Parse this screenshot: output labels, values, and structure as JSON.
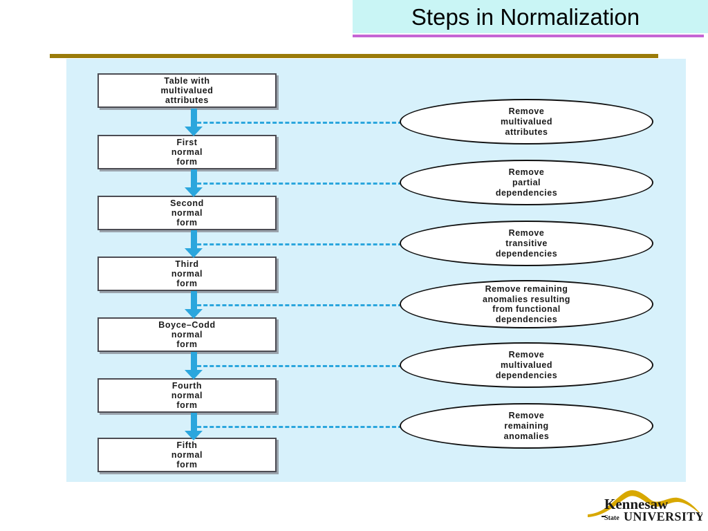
{
  "slide": {
    "title": "Steps in Normalization",
    "colors": {
      "title_banner": "#c9f5f5",
      "title_underline": "#c565d4",
      "gold_rule": "#9a7b0a",
      "panel_background": "#d7f1fb",
      "arrow": "#2ba6dd",
      "box_border": "#4b4b52",
      "ellipse_border": "#111111",
      "text": "#1a1a1a"
    }
  },
  "diagram": {
    "type": "flowchart",
    "description": "Vertical sequence of normal-form stages with dashed links to the action required at each step.",
    "stages": [
      {
        "lines": [
          "Table with",
          "multivalued",
          "attributes"
        ]
      },
      {
        "lines": [
          "First",
          "normal",
          "form"
        ]
      },
      {
        "lines": [
          "Second",
          "normal",
          "form"
        ]
      },
      {
        "lines": [
          "Third",
          "normal",
          "form"
        ]
      },
      {
        "lines": [
          "Boyce–Codd",
          "normal",
          "form"
        ]
      },
      {
        "lines": [
          "Fourth",
          "normal",
          "form"
        ]
      },
      {
        "lines": [
          "Fifth",
          "normal",
          "form"
        ]
      }
    ],
    "actions": [
      {
        "lines": [
          "Remove",
          "multivalued",
          "attributes"
        ]
      },
      {
        "lines": [
          "Remove",
          "partial",
          "dependencies"
        ]
      },
      {
        "lines": [
          "Remove",
          "transitive",
          "dependencies"
        ]
      },
      {
        "lines": [
          "Remove remaining",
          "anomalies resulting",
          "from functional",
          "dependencies"
        ]
      },
      {
        "lines": [
          "Remove",
          "multivalued",
          "dependencies"
        ]
      },
      {
        "lines": [
          "Remove",
          "remaining",
          "anomalies"
        ]
      }
    ]
  },
  "logo": {
    "line1": "Kennesaw",
    "line2_small": "State",
    "line2_large": "UNIVERSITY",
    "arc_color": "#d8a800",
    "text_color": "#1a1a1a"
  }
}
